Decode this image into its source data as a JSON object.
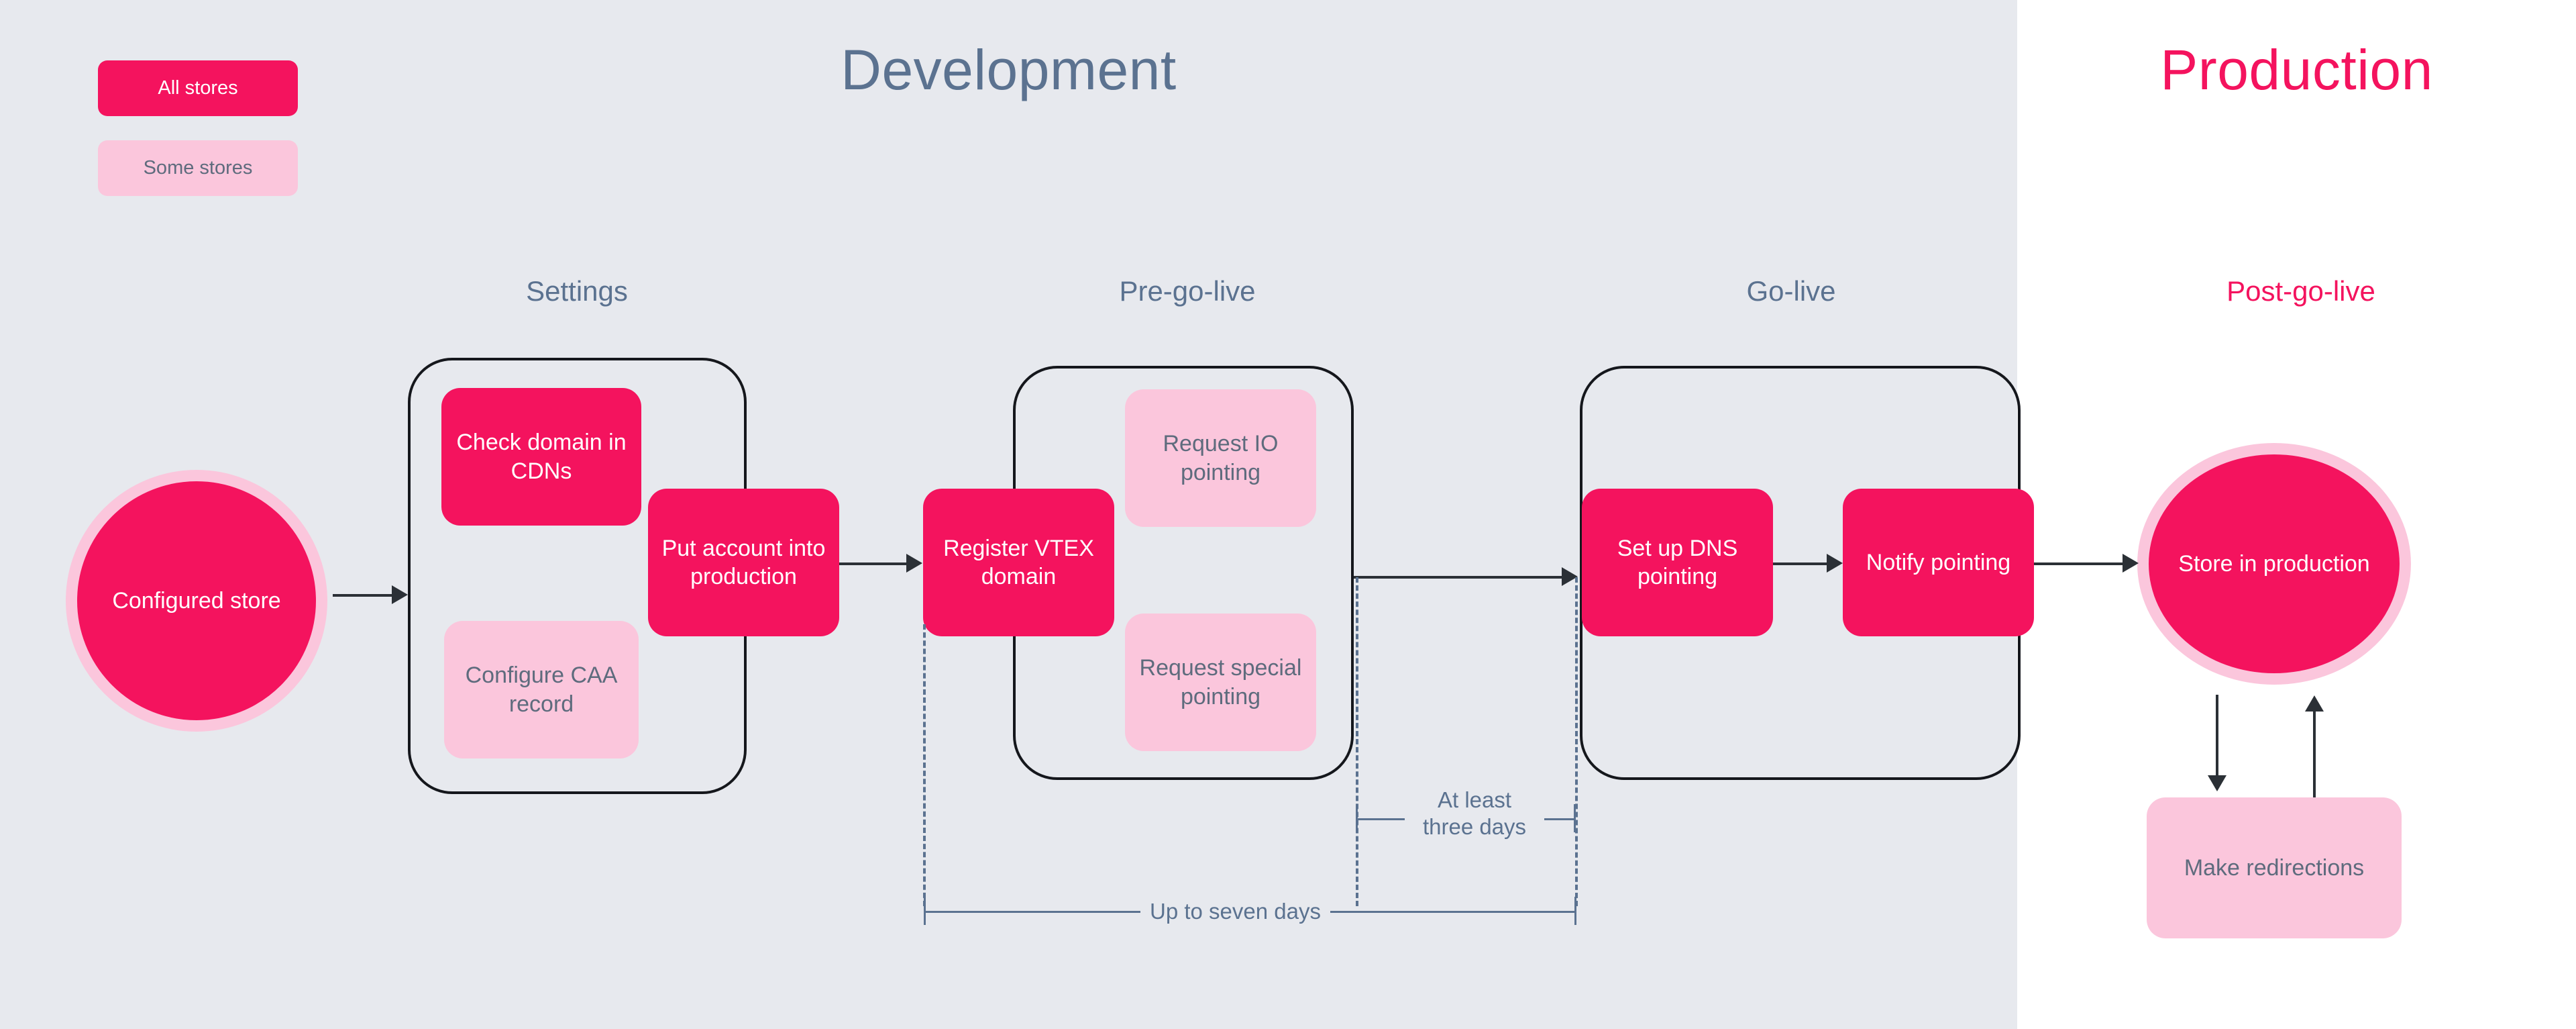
{
  "environments": {
    "development": {
      "title": "Development",
      "color": "#5b7290"
    },
    "production": {
      "title": "Production",
      "color": "#f4135e"
    }
  },
  "legend": {
    "items": [
      {
        "label": "All stores",
        "style": "solid",
        "color": "#f4135e"
      },
      {
        "label": "Some stores",
        "style": "light",
        "color": "#fbc6dc"
      }
    ]
  },
  "phases": [
    {
      "id": "settings",
      "label": "Settings",
      "env": "development"
    },
    {
      "id": "pre-go-live",
      "label": "Pre-go-live",
      "env": "development"
    },
    {
      "id": "go-live",
      "label": "Go-live",
      "env": "development"
    },
    {
      "id": "post-go-live",
      "label": "Post-go-live",
      "env": "production"
    }
  ],
  "nodes": {
    "configured_store": {
      "label": "Configured store",
      "shape": "ellipse",
      "style": "solid"
    },
    "check_domain": {
      "label": "Check domain in CDNs",
      "shape": "rounded-rect",
      "style": "solid"
    },
    "configure_caa": {
      "label": "Configure CAA record",
      "shape": "rounded-rect",
      "style": "light"
    },
    "put_account": {
      "label": "Put account into production",
      "shape": "rounded-rect",
      "style": "solid"
    },
    "register_domain": {
      "label": "Register VTEX domain",
      "shape": "rounded-rect",
      "style": "solid"
    },
    "request_io": {
      "label": "Request IO pointing",
      "shape": "rounded-rect",
      "style": "light"
    },
    "request_special": {
      "label": "Request special pointing",
      "shape": "rounded-rect",
      "style": "light"
    },
    "setup_dns": {
      "label": "Set up DNS pointing",
      "shape": "rounded-rect",
      "style": "solid"
    },
    "notify_pointing": {
      "label": "Notify pointing",
      "shape": "rounded-rect",
      "style": "solid"
    },
    "store_production": {
      "label": "Store in production",
      "shape": "ellipse",
      "style": "solid"
    },
    "make_redirections": {
      "label": "Make redirections",
      "shape": "rounded-rect",
      "style": "light"
    }
  },
  "annotations": {
    "at_least_three_days": {
      "label": "At least three days",
      "line1": "At least",
      "line2": "three days"
    },
    "up_to_seven_days": {
      "label": "Up to seven days"
    }
  },
  "colors": {
    "accent": "#f4135e",
    "accent_light": "#fbc6dc",
    "dev_background": "#e7e9ee",
    "prod_background": "#ffffff",
    "slate_text": "#5b7290",
    "muted_text": "#5e6b7d",
    "stroke": "#15171c"
  }
}
